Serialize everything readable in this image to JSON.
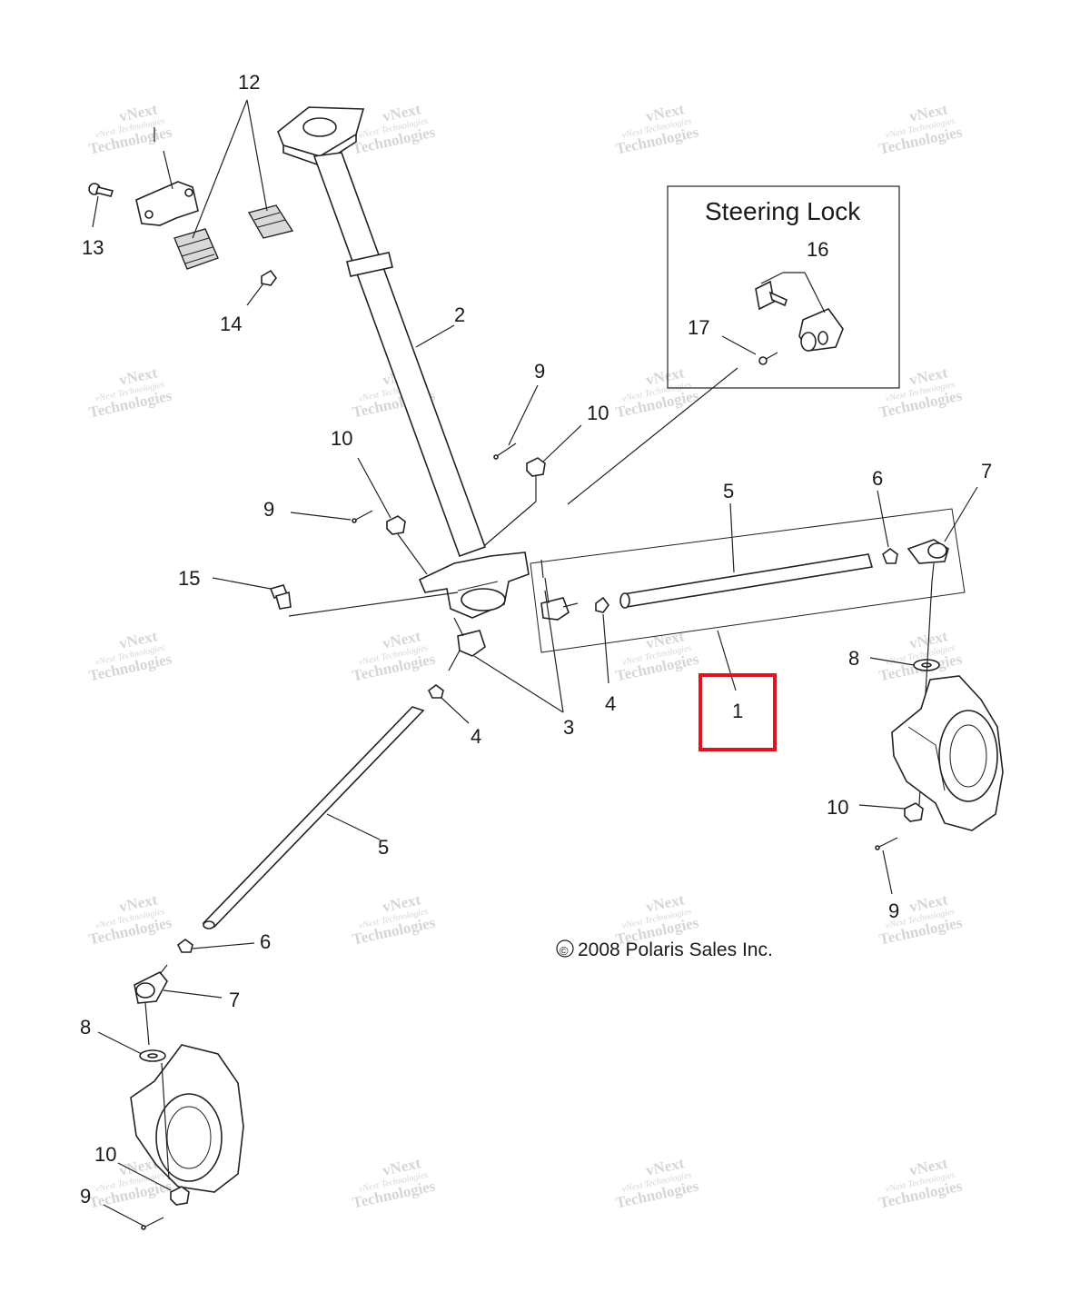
{
  "diagram": {
    "callouts": {
      "c1": "1",
      "c2": "2",
      "c3": "3",
      "c4a": "4",
      "c4b": "4",
      "c5a": "5",
      "c5b": "5",
      "c6a": "6",
      "c6b": "6",
      "c7a": "7",
      "c7b": "7",
      "c8a": "8",
      "c8b": "8",
      "c9a": "9",
      "c9b": "9",
      "c9c": "9",
      "c9d": "9",
      "c10a": "10",
      "c10b": "10",
      "c10c": "10",
      "c10d": "10",
      "c12": "12",
      "c13": "13",
      "c14": "14",
      "c15": "15",
      "c16": "16",
      "c17": "17"
    },
    "steering_lock_title": "Steering Lock",
    "copyright_symbol": "©",
    "copyright_text": "2008 Polaris Sales Inc.",
    "watermark_line1": "vNext Technologies",
    "watermark_line2": "vNext",
    "watermark_line3": "Technologies",
    "highlight_color": "#e0141e"
  }
}
